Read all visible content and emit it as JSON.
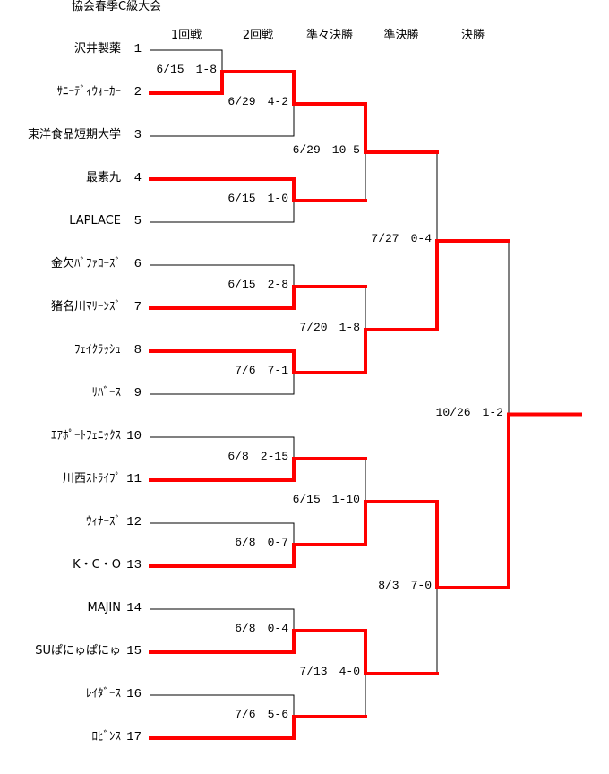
{
  "title": "協会春季C級大会",
  "rounds": [
    "1回戦",
    "2回戦",
    "準々決勝",
    "準決勝",
    "決勝"
  ],
  "colors": {
    "winner_line": "#ff0000",
    "line": "#000000"
  },
  "teams": [
    {
      "seed": "1",
      "name": "沢井製薬"
    },
    {
      "seed": "2",
      "name": "ｻﾆｰﾃﾞｨｳｫｰｶｰ"
    },
    {
      "seed": "3",
      "name": "東洋食品短期大学"
    },
    {
      "seed": "4",
      "name": "最素九"
    },
    {
      "seed": "5",
      "name": "LAPLACE"
    },
    {
      "seed": "6",
      "name": "金欠ﾊﾞﾌｧﾛｰｽﾞ"
    },
    {
      "seed": "7",
      "name": "猪名川ﾏﾘｰﾝｽﾞ"
    },
    {
      "seed": "8",
      "name": "ﾌｪｲｸﾗｯｼｭ"
    },
    {
      "seed": "9",
      "name": "ﾘﾊﾞｰｽ"
    },
    {
      "seed": "10",
      "name": "ｴｱﾎﾟｰﾄﾌｪﾆｯｸｽ"
    },
    {
      "seed": "11",
      "name": "川西ｽﾄﾗｲﾌﾟ"
    },
    {
      "seed": "12",
      "name": "ｳｨﾅｰｽﾞ"
    },
    {
      "seed": "13",
      "name": "K・C・O"
    },
    {
      "seed": "14",
      "name": "MAJIN"
    },
    {
      "seed": "15",
      "name": "SUぱにゅぱにゅ"
    },
    {
      "seed": "16",
      "name": "ﾚｲﾀﾞｰｽ"
    },
    {
      "seed": "17",
      "name": "ﾛﾋﾞﾝｽ"
    }
  ],
  "matches": [
    {
      "round": "1回戦",
      "result": "6/15　1-8",
      "winner": "bottom"
    },
    {
      "round": "2回戦",
      "result": "6/29　4-2",
      "winner": "top"
    },
    {
      "round": "2回戦",
      "result": "6/15　1-0",
      "winner": "top"
    },
    {
      "round": "2回戦",
      "result": "6/15　2-8",
      "winner": "bottom"
    },
    {
      "round": "2回戦",
      "result": "7/6　7-1",
      "winner": "top"
    },
    {
      "round": "2回戦",
      "result": "6/8　2-15",
      "winner": "bottom"
    },
    {
      "round": "2回戦",
      "result": "6/8　0-7",
      "winner": "bottom"
    },
    {
      "round": "2回戦",
      "result": "6/8　0-4",
      "winner": "bottom"
    },
    {
      "round": "2回戦",
      "result": "7/6　5-6",
      "winner": "bottom"
    },
    {
      "round": "準々決勝",
      "result": "6/29　10-5",
      "winner": "top"
    },
    {
      "round": "準々決勝",
      "result": "7/20　1-8",
      "winner": "bottom"
    },
    {
      "round": "準々決勝",
      "result": "6/15　1-10",
      "winner": "bottom"
    },
    {
      "round": "準々決勝",
      "result": "7/13　4-0",
      "winner": "top"
    },
    {
      "round": "準決勝",
      "result": "7/27　0-4",
      "winner": "bottom"
    },
    {
      "round": "準決勝",
      "result": "8/3　7-0",
      "winner": "top"
    },
    {
      "round": "決勝",
      "result": "10/26　1-2",
      "winner": "bottom"
    }
  ]
}
